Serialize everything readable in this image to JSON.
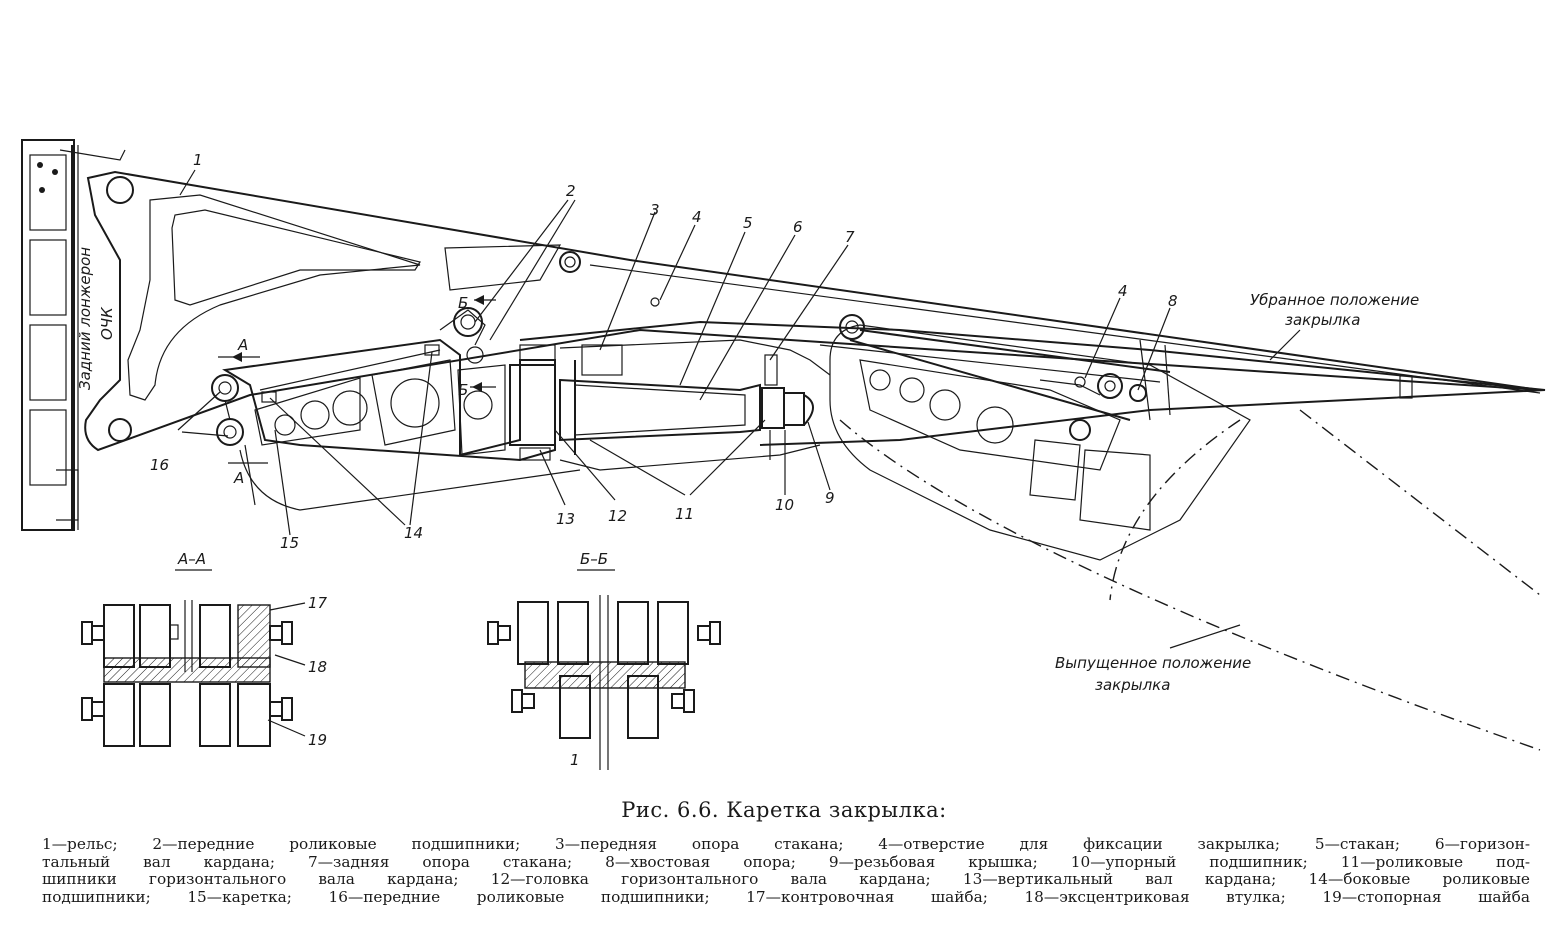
{
  "callouts": {
    "n1": "1",
    "n2": "2",
    "n3": "3",
    "n4": "4",
    "n5": "5",
    "n6": "6",
    "n7": "7",
    "n4b": "4",
    "n8": "8",
    "n16": "16",
    "n15": "15",
    "n14": "14",
    "n13": "13",
    "n12": "12",
    "n11": "11",
    "n10": "10",
    "n9": "9",
    "n17": "17",
    "n18": "18",
    "n19": "19"
  },
  "section_marks": {
    "a_top": "A",
    "a_bottom": "A",
    "b_top": "Б",
    "b_bottom": "Б",
    "aa_title": "А–А",
    "bb_title": "Б–Б",
    "bb_foot": "1"
  },
  "notes": {
    "spar_line1": "Задний лонжерон",
    "spar_line2": "ОЧК",
    "retracted_line1": "Убранное положение",
    "retracted_line2": "закрылка",
    "extended_line1": "Выпущенное положение",
    "extended_line2": "закрылка"
  },
  "caption": {
    "title": "Рис. 6.6. Каретка закрылка:",
    "legend_line1": "1—рельс; 2—передние роликовые подшипники; 3—передняя опора стакана; 4—отверстие для фиксации закрылка; 5—стакан; 6—горизон-",
    "legend_line2": "тальный вал кардана; 7—задняя опора стакана; 8—хвостовая опора; 9—резьбовая крышка; 10—упорный подшипник; 11—роликовые под-",
    "legend_line3": "шипники горизонтального вала кардана; 12—головка горизонтального вала кардана; 13—вертикальный вал кардана; 14—боковые роликовые",
    "legend_line4": "подшипники; 15—каретка; 16—передние роликовые подшипники; 17—контровочная шайба; 18—эксцентриковая втулка; 19—стопорная шайба"
  }
}
